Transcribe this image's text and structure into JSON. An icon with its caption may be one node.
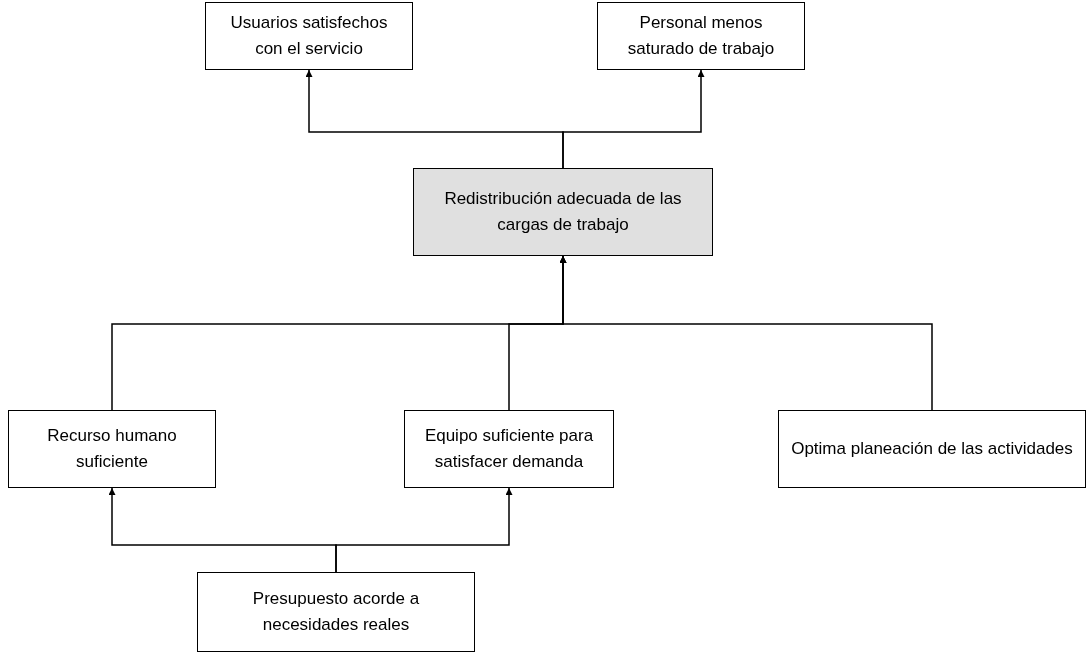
{
  "diagram": {
    "nodes": [
      {
        "text": [
          "Usuarios satisfechos con el servicio"
        ]
      },
      {
        "text": [
          "Personal menos saturado de trabajo"
        ]
      },
      {
        "text": [
          "Redistribución adecuada de las cargas de trabajo"
        ]
      },
      {
        "text": [
          "Recurso humano suficiente"
        ]
      },
      {
        "text": [
          "Equipo suficiente para satisfacer demanda"
        ]
      },
      {
        "text": [
          "Optima planeación de las actividades"
        ]
      },
      {
        "text": [
          "Presupuesto acorde a necesidades reales"
        ]
      }
    ],
    "edges": [
      {
        "from": 2,
        "to": 0,
        "arrow": "to"
      },
      {
        "from": 2,
        "to": 1,
        "arrow": "to"
      },
      {
        "from": 3,
        "to": 2,
        "arrow": "to"
      },
      {
        "from": 4,
        "to": 2,
        "arrow": "to"
      },
      {
        "from": 5,
        "to": 2,
        "arrow": "to"
      },
      {
        "from": 6,
        "to": 3,
        "arrow": "to"
      },
      {
        "from": 6,
        "to": 4,
        "arrow": "to"
      }
    ]
  }
}
